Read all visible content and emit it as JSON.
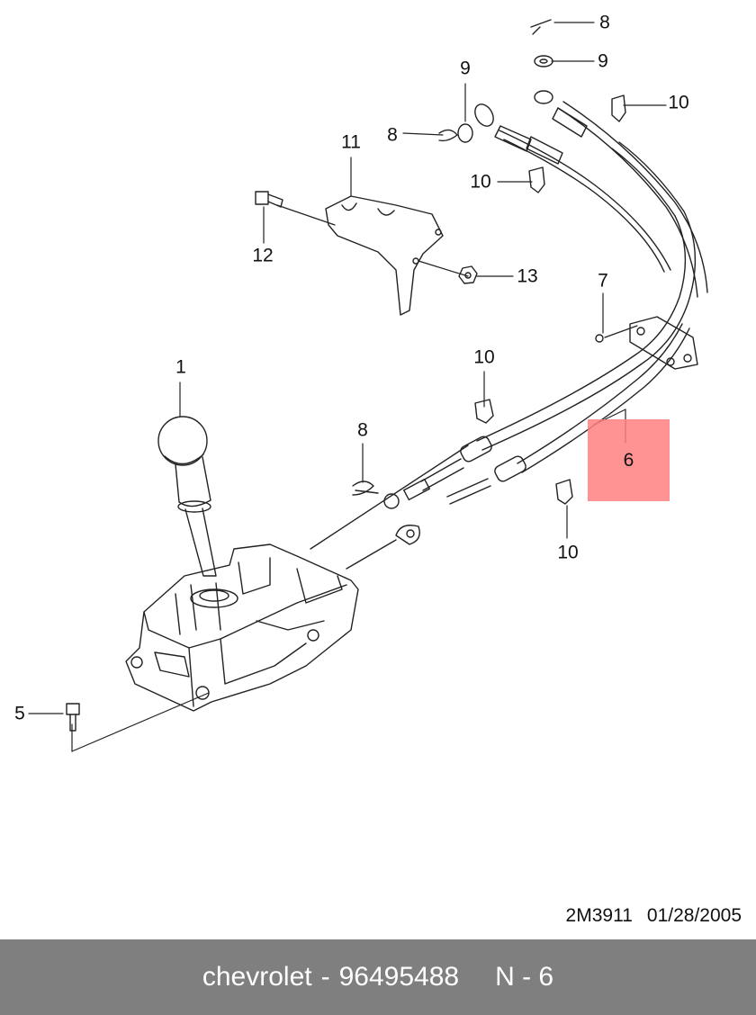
{
  "callouts": {
    "c1": "1",
    "c5": "5",
    "c6": "6",
    "c7": "7",
    "c8a": "8",
    "c8b": "8",
    "c8c": "8",
    "c9a": "9",
    "c9b": "9",
    "c10a": "10",
    "c10b": "10",
    "c10c": "10",
    "c10d": "10",
    "c11": "11",
    "c12": "12",
    "c13": "13"
  },
  "highlight": {
    "part_number": "6",
    "color": "#ff7f7f"
  },
  "drawing_ref": {
    "code": "2M3911",
    "date": "01/28/2005"
  },
  "footer": {
    "brand": "chevrolet",
    "part_no": "96495488",
    "page": "N - 6",
    "bg_color": "#7f7f7f"
  }
}
